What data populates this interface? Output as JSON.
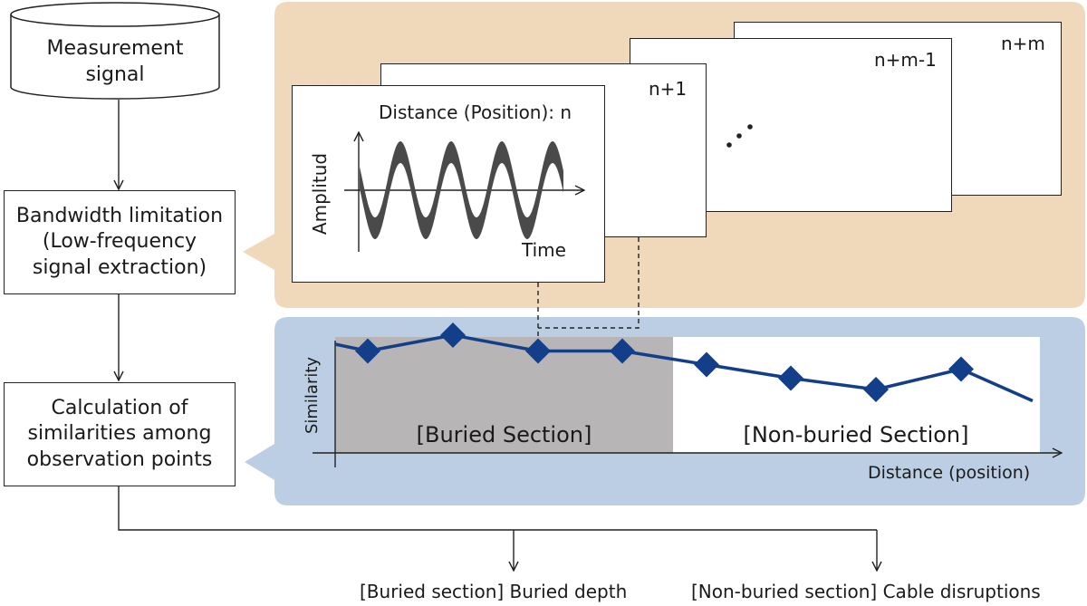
{
  "flow": {
    "measurement_line1": "Measurement",
    "measurement_line2": "signal",
    "bandwidth_line1": "Bandwidth limitation",
    "bandwidth_line2": "(Low-frequency",
    "bandwidth_line3": "signal extraction)",
    "calc_line1": "Calculation of",
    "calc_line2": "similarities among",
    "calc_line3": "observation points"
  },
  "frames": {
    "front_label": "Distance (Position): n",
    "second_label": "n+1",
    "third_label": "n+m-1",
    "back_label": "n+m",
    "y_axis": "Amplitud",
    "x_axis": "Time"
  },
  "similarity_chart": {
    "y_axis": "Similarity",
    "x_axis": "Distance (position)",
    "buried_region": "[Buried Section]",
    "non_buried_region": "[Non-buried Section]"
  },
  "outputs": {
    "buried": "[Buried section] Buried depth",
    "non_buried": "[Non-buried section] Cable disruptions"
  },
  "colors": {
    "top_panel": "#f0d9bb",
    "bottom_panel": "#bccee3",
    "buried_fill": "#b7b5b6",
    "series_line": "#133f8a",
    "wave_fill": "#4a4a4a"
  },
  "chart_data": {
    "type": "line",
    "x": [
      1,
      2,
      3,
      4,
      5,
      6,
      7,
      8,
      9
    ],
    "values": [
      0.8,
      0.87,
      0.8,
      0.8,
      0.74,
      0.68,
      0.63,
      0.72,
      0.58
    ],
    "marker_indices": [
      0,
      1,
      2,
      3,
      4,
      5,
      6,
      7
    ]
  }
}
